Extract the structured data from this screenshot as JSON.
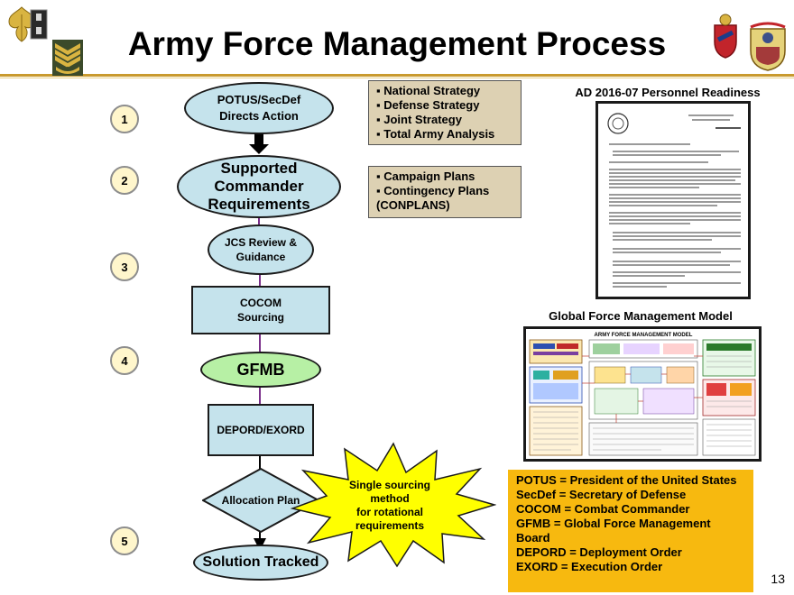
{
  "title": "Army Force Management Process",
  "page_number": "13",
  "steps": [
    "1",
    "2",
    "3",
    "4",
    "5"
  ],
  "flow": {
    "potus": "POTUS/SecDef Directs Action",
    "supported": "Supported Commander Requirements",
    "jcs": "JCS Review & Guidance",
    "cocom": "COCOM Sourcing",
    "gfmb": "GFMB",
    "depord": "DEPORD/EXORD",
    "allocation": "Allocation Plan",
    "solution": "Solution Tracked",
    "starburst": [
      "Single sourcing",
      "method",
      "for rotational",
      "requirements"
    ]
  },
  "strategy_box": [
    "National Strategy",
    "Defense Strategy",
    "Joint Strategy",
    "Total Army Analysis"
  ],
  "plans_box": {
    "items": [
      "Campaign Plans",
      "Contingency Plans"
    ],
    "suffix": "(CONPLANS)"
  },
  "ad_caption": "AD 2016-07 Personnel Readiness",
  "gfmm_caption": "Global Force Management Model",
  "gfmm_chart_title": "ARMY FORCE MANAGEMENT MODEL",
  "definitions": [
    "POTUS = President of the United States",
    "SecDef = Secretary of Defense",
    "COCOM = Combat Commander",
    "GFMB = Global Force Management",
    "Board",
    "DEPORD = Deployment Order",
    "EXORD = Execution Order"
  ],
  "colors": {
    "flow_fill": "#c5e3ec",
    "gfmb_fill": "#b7f0a5",
    "tan_box": "#ddd1b3",
    "definitions_box": "#f7b90f",
    "rule": "#c99a2e",
    "connector_purple": "#7a2f8a"
  }
}
